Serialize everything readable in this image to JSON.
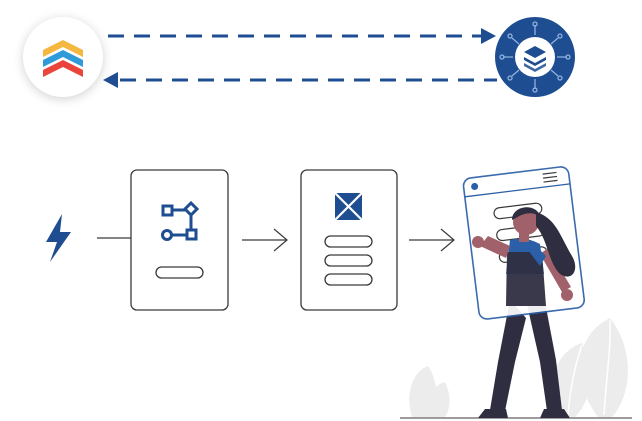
{
  "colors": {
    "brand_blue": "#1e4e91",
    "accent_blue": "#2b5fa8",
    "ink": "#3a3a3a",
    "skin": "#a0616a",
    "hair": "#2f2e41",
    "foliage": "#ececec",
    "chevron_red": "#e9453a",
    "chevron_blue": "#2f9bd8",
    "chevron_yellow": "#f4b740"
  },
  "icons": {
    "left_badge": "stacked-chevrons-logo",
    "right_badge": "circuit-layers-icon",
    "trigger": "lightning-bolt-icon",
    "step1": "workflow-nodes-icon",
    "step2": "image-placeholder-icon",
    "arrow": "long-arrow-right-icon"
  },
  "flow": {
    "steps": [
      "trigger",
      "process-card",
      "form-card",
      "app-window"
    ]
  }
}
